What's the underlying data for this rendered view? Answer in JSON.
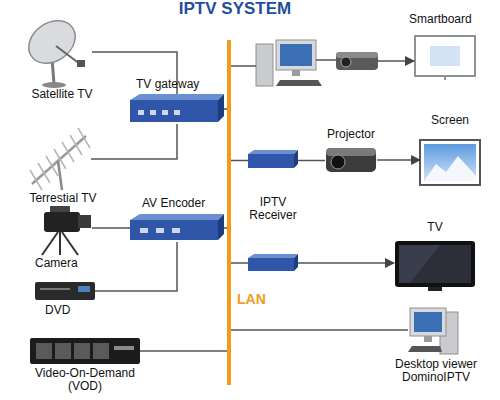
{
  "diagram": {
    "title": "IPTV SYSTEM",
    "nodes": [
      {
        "text": [
          "Satellite TV"
        ]
      },
      {
        "text": [
          "TV gateway"
        ]
      },
      {
        "text": [
          "Terrestial TV"
        ]
      },
      {
        "text": [
          "AV Encoder"
        ]
      },
      {
        "text": [
          "Camera"
        ]
      },
      {
        "text": [
          "DVD"
        ]
      },
      {
        "text": [
          "Video-On-Demand (VOD)"
        ]
      },
      {
        "text": [
          "LAN"
        ]
      },
      {
        "text": [
          "Smartboard"
        ]
      },
      {
        "text": [
          "IPTV Receiver"
        ]
      },
      {
        "text": [
          "Projector"
        ]
      },
      {
        "text": [
          "Screen"
        ]
      },
      {
        "text": [
          "TV"
        ]
      },
      {
        "text": [
          "Desktop viewer DominoIPTV"
        ]
      }
    ],
    "edges": [
      {
        "from": 0,
        "to": 1,
        "arrow": "none"
      },
      {
        "from": 2,
        "to": 1,
        "arrow": "none"
      },
      {
        "from": 1,
        "to": 7,
        "arrow": "none"
      },
      {
        "from": 4,
        "to": 3,
        "arrow": "none"
      },
      {
        "from": 5,
        "to": 3,
        "arrow": "none"
      },
      {
        "from": 3,
        "to": 7,
        "arrow": "none"
      },
      {
        "from": 6,
        "to": 7,
        "arrow": "none"
      },
      {
        "from": 7,
        "to": 9,
        "arrow": "none"
      },
      {
        "from": 9,
        "to": 10,
        "arrow": "none"
      },
      {
        "from": 10,
        "to": 11,
        "arrow": "to"
      },
      {
        "from": 7,
        "to": 13,
        "arrow": "none"
      }
    ]
  }
}
